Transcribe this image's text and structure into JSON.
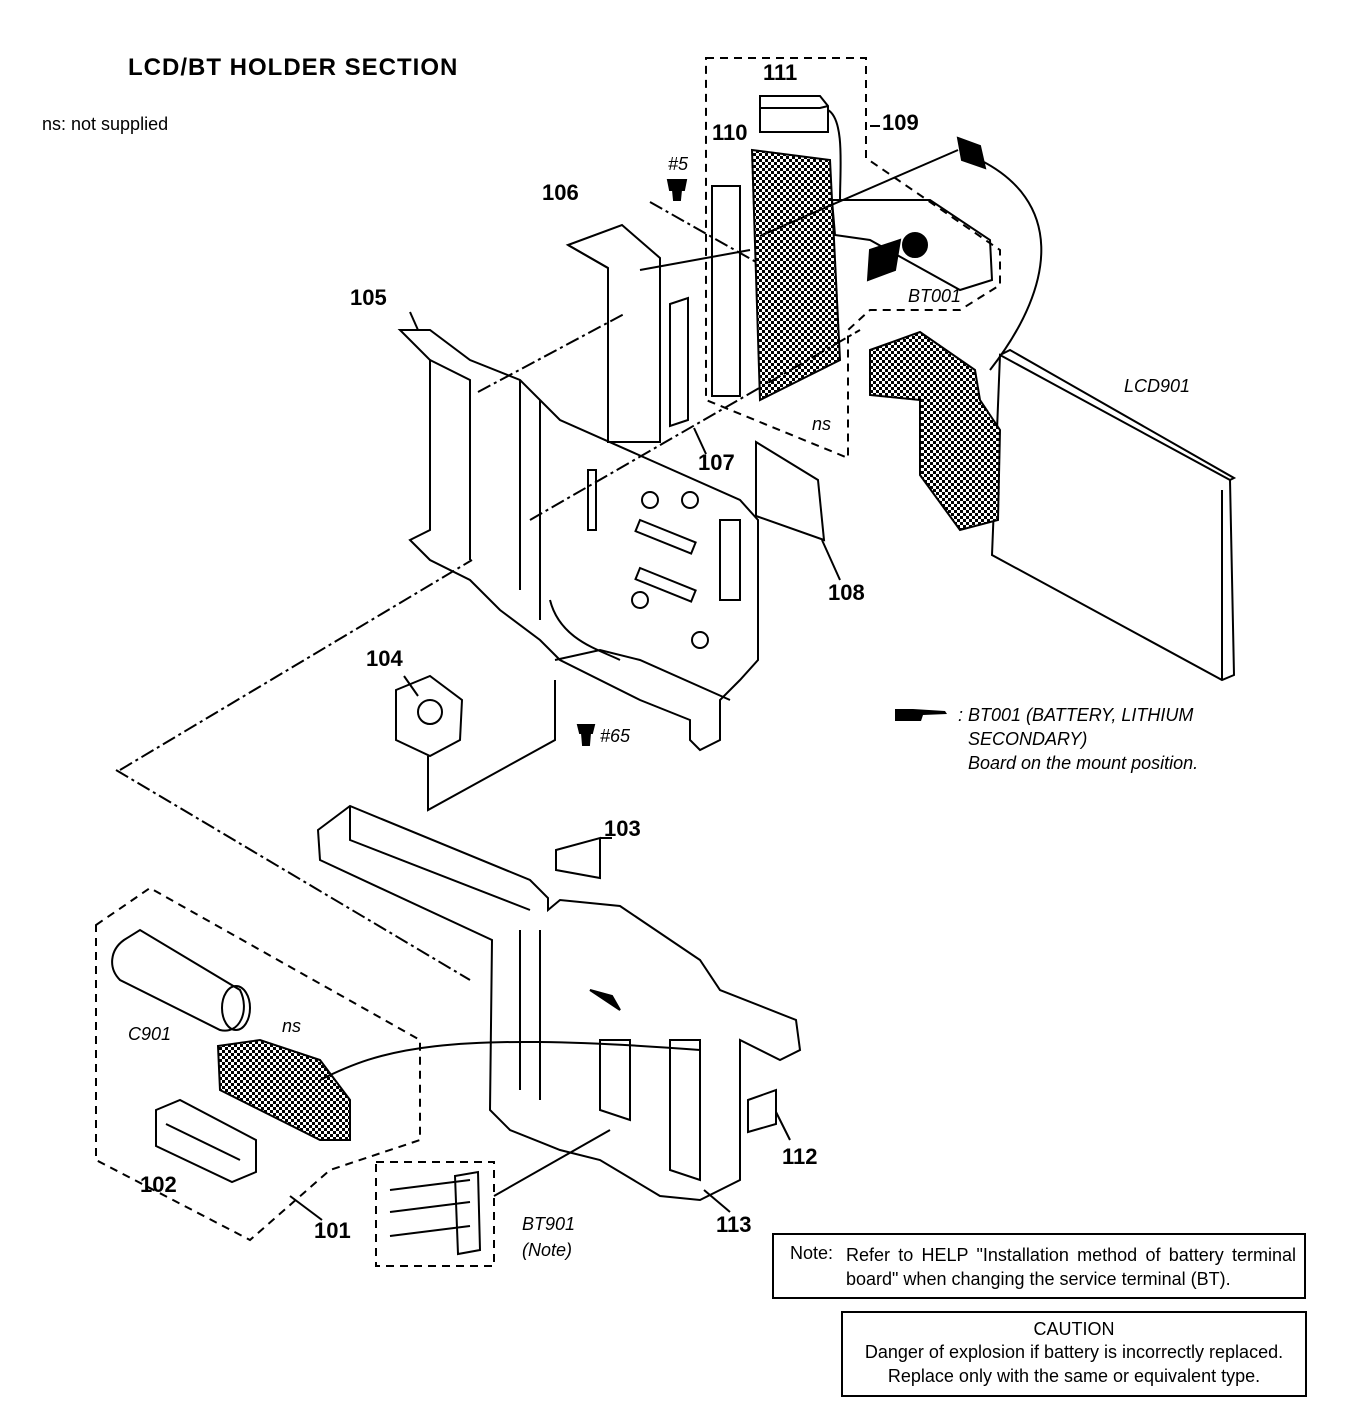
{
  "title": "LCD/BT HOLDER SECTION",
  "abbreviation_note": "ns: not supplied",
  "callouts": [
    "101",
    "102",
    "103",
    "104",
    "105",
    "106",
    "107",
    "108",
    "109",
    "110",
    "111",
    "112",
    "113"
  ],
  "part_labels": {
    "screw_5": "#5",
    "screw_65": "#65",
    "bt001": "BT001",
    "lcd901": "LCD901",
    "c901": "C901",
    "bt901": "BT901",
    "bt901_note": "(Note)",
    "ns": "ns"
  },
  "legend": {
    "line1": ": BT001 (BATTERY, LITHIUM",
    "line2": "SECONDARY)",
    "line3": "Board on the mount position."
  },
  "note": {
    "label": "Note:",
    "text": "Refer to HELP \"Installation method of battery terminal board\" when changing the service terminal (BT)."
  },
  "caution": {
    "heading": "CAUTION",
    "line1": "Danger of explosion if battery is incorrectly replaced.",
    "line2": "Replace only with the same or equivalent type."
  }
}
